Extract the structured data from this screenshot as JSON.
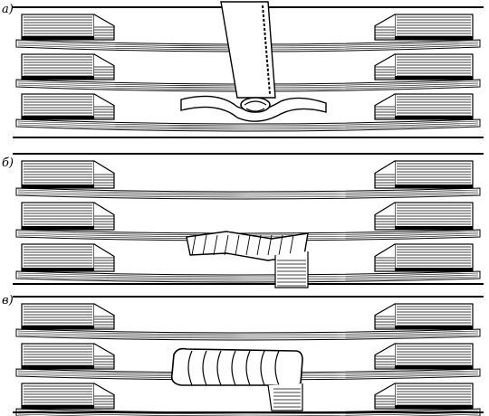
{
  "figure": {
    "panels": [
      {
        "label": "а)"
      },
      {
        "label": "б)"
      },
      {
        "label": "в)"
      }
    ]
  },
  "colors": {
    "ink": "#000000",
    "paper": "#ffffff"
  }
}
